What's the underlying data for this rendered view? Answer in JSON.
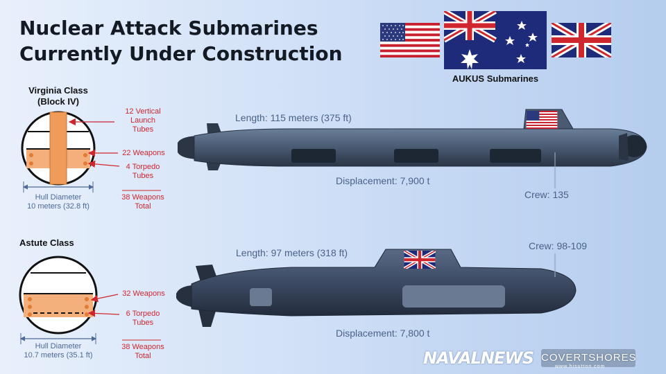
{
  "title": "Nuclear Attack Submarines Currently Under Construction",
  "aukus_label": "AUKUS Submarines",
  "flags": [
    "united-states-flag",
    "australia-flag",
    "united-kingdom-flag"
  ],
  "colors": {
    "annotation_red": "#d0262e",
    "hull_blue": "#4d6a95",
    "spec_blue": "#4a6289",
    "tube_orange": "#f0a56a"
  },
  "virginia": {
    "class_line1": "Virginia Class",
    "class_line2": "(Block IV)",
    "vls_line1": "12 Vertical",
    "vls_line2": "Launch",
    "vls_line3": "Tubes",
    "weapons": "22 Weapons",
    "torpedo_line1": "4 Torpedo",
    "torpedo_line2": "Tubes",
    "total_line1": "38 Weapons",
    "total_line2": "Total",
    "hull_line1": "Hull Diameter",
    "hull_line2": "10 meters (32.8 ft)",
    "length": "Length: 115 meters (375 ft)",
    "displacement": "Displacement: 7,900 t",
    "crew": "Crew: 135"
  },
  "astute": {
    "class_line1": "Astute Class",
    "weapons": "32 Weapons",
    "torpedo_line1": "6 Torpedo",
    "torpedo_line2": "Tubes",
    "total_line1": "38 Weapons",
    "total_line2": "Total",
    "hull_line1": "Hull Diameter",
    "hull_line2": "10.7 meters (35.1 ft)",
    "length": "Length: 97 meters (318 ft)",
    "displacement": "Displacement: 7,800 t",
    "crew": "Crew: 98-109"
  },
  "brands": {
    "navalnews": "NAVALNEWS",
    "covertshores": "COVERTSHORES",
    "covertshores_url": "www.hisutton.com"
  }
}
